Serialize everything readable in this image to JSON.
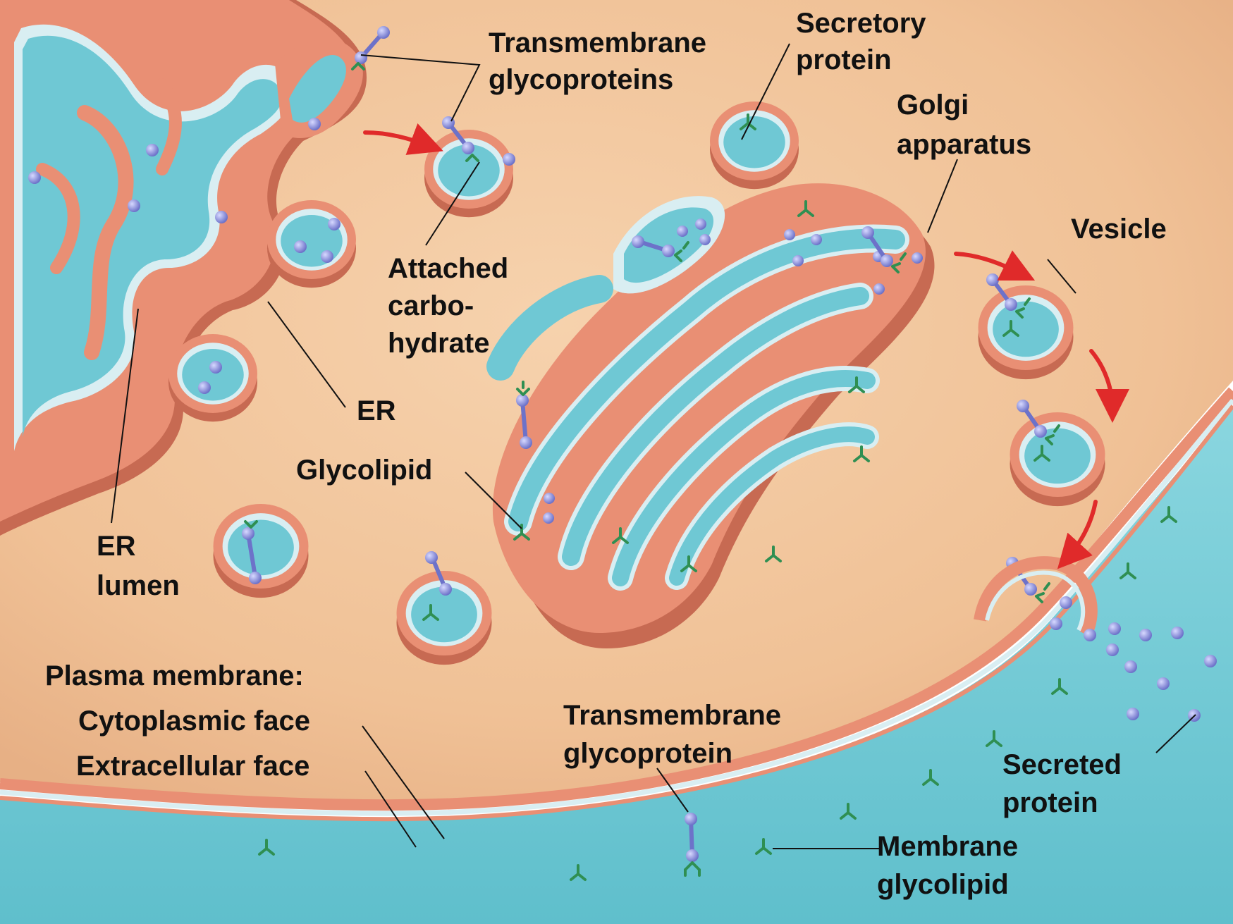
{
  "labels": {
    "transmembrane_glycoproteins": [
      "Transmembrane",
      "glycoproteins"
    ],
    "secretory_protein": [
      "Secretory",
      "protein"
    ],
    "golgi_apparatus": [
      "Golgi",
      "apparatus"
    ],
    "vesicle": "Vesicle",
    "attached_carbohydrate": [
      "Attached",
      "carbo-",
      "hydrate"
    ],
    "er": "ER",
    "glycolipid": "Glycolipid",
    "er_lumen": [
      "ER",
      "lumen"
    ],
    "plasma_membrane": "Plasma membrane:",
    "cytoplasmic_face": "Cytoplasmic face",
    "extracellular_face": "Extracellular face",
    "transmembrane_glycoprotein": [
      "Transmembrane",
      "glycoprotein"
    ],
    "secreted_protein": [
      "Secreted",
      "protein"
    ],
    "membrane_glycolipid": [
      "Membrane",
      "glycolipid"
    ]
  },
  "colors": {
    "cytoplasm": "#f2c69c",
    "membrane_salmon": "#e98f74",
    "membrane_dark": "#c76a52",
    "membrane_inner": "#d9eef2",
    "lumen_teal": "#6fc8d4",
    "extracellular": "#7fcfd9",
    "protein_blue": "#8f94de",
    "carbohydrate_green": "#2f8f52",
    "arrow_red": "#e02a2a",
    "label_text": "#111111"
  }
}
